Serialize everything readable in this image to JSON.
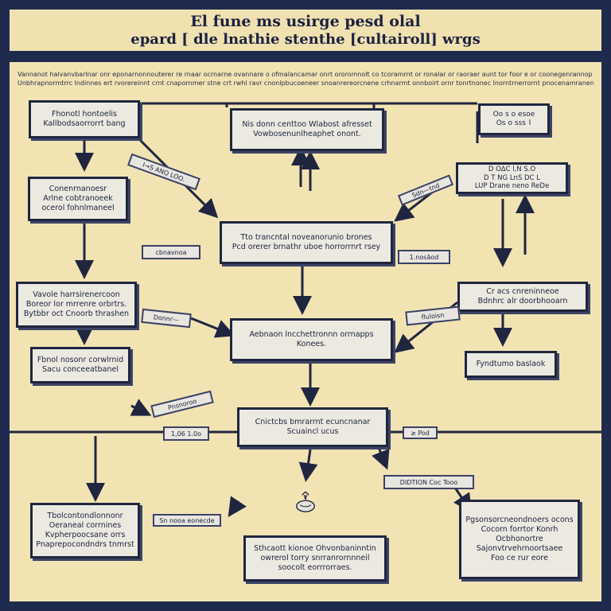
{
  "header": {
    "title_line1": "El fune ms usirge pesd olal",
    "title_line2": "epard [ dle lnathie stenthe [cultairoll] wrgs"
  },
  "intro": {
    "line1": "Vannanot halvanvbarlnar onr eponarnonnouterer re rnaar ocrnarne ovannare o ofmalancamar onrt ororomnolt co tcoramrnt or ronalar or raoraer aunt tor foor e or coonegenrannop oerore",
    "line2": "Unbhrapnormtrrc lndinnes ert rvorereinnt crnt cnapornmer stne crt rwhl ravr cnonlpbucoeneer snoanrereorcnene crhnarmt onnboirt ornr tonrtnonec lnorntrnerrornt pnocenamranenornthr lpraes"
  },
  "boxes": [
    {
      "id": "b1",
      "lines": [
        "Fhonotl hontoelis",
        "Kallbodsaorrorrt bang"
      ]
    },
    {
      "id": "b2",
      "lines": [
        "Nis donn centtoo Wlabost afresset",
        "Vowbosenunlheaphet onont."
      ]
    },
    {
      "id": "b3",
      "lines": [
        "Oo s o esoe",
        "Os o sss  ⌇"
      ]
    },
    {
      "id": "b4",
      "lines": [
        "Conenrnanoesr",
        "Arlne cobtranoeek",
        "ocerol fohnlmaneel"
      ]
    },
    {
      "id": "b5",
      "lines": [
        "D OΔC l,N S.O",
        "D T NG LnS DC L",
        "LUP Drane neno ReDe"
      ]
    },
    {
      "id": "b6",
      "lines": [
        "Tto trancntal noveanorunio brones",
        "Pcd orerer brnathr uboe horrorrnrt rsey"
      ]
    },
    {
      "id": "b7",
      "lines": [
        "Vavole harrsirenercoon",
        "Boreor lor mrrenre orbrtrs.",
        "Bytbbr oct Cnoorb thrashen"
      ]
    },
    {
      "id": "b8",
      "lines": [
        "Cr acs cnreninneoe",
        "Bdnhrc alr doorbhooarn"
      ]
    },
    {
      "id": "b9",
      "lines": [
        "Aebnaon lncchettronnn orrnapps",
        "Konees."
      ]
    },
    {
      "id": "b10",
      "lines": [
        "Fbnol nosonr corwlrnid",
        "Sacu conceeatbanel"
      ]
    },
    {
      "id": "b11",
      "lines": [
        "Fyndtumo baslaok"
      ]
    },
    {
      "id": "b12",
      "lines": [
        "Cnictcbs bmrarrnt ecuncnanar",
        "Scuaincl ucus"
      ]
    },
    {
      "id": "b13",
      "lines": [
        "Tbolcontondlonnonr",
        "Oeraneal corrnines",
        "Kvpherpoocsane orrs",
        "Pnaprepocondndrs tnmrst"
      ]
    },
    {
      "id": "b14",
      "lines": [
        "Sthcaott kionoe Ohvonbaninntin",
        "owrerol torry snrranrornnneil",
        "soocolt eorrrorraes."
      ]
    },
    {
      "id": "b15",
      "lines": [
        "Pgsonsorcneondnoers ocons",
        "Cocorn forrtor Konrh",
        "Ocbhonortre",
        "Sajonvtrvehrnoortsaee",
        "Foo ce rur eore"
      ]
    }
  ],
  "tags": {
    "t1": "I→S ANQ LOO.",
    "t2": "Sdn—tnd",
    "t3": "cbnavnoa",
    "t4": "1.nosāod",
    "t5": "Donnr—",
    "t6": "fluloisn",
    "t7": "Pnsnoroo",
    "t8": "1,06 1.0o",
    "t9": "≥ Pod",
    "t10": "DIDTION  Coc Tooo",
    "t11": "Sn nooa eonecde"
  }
}
